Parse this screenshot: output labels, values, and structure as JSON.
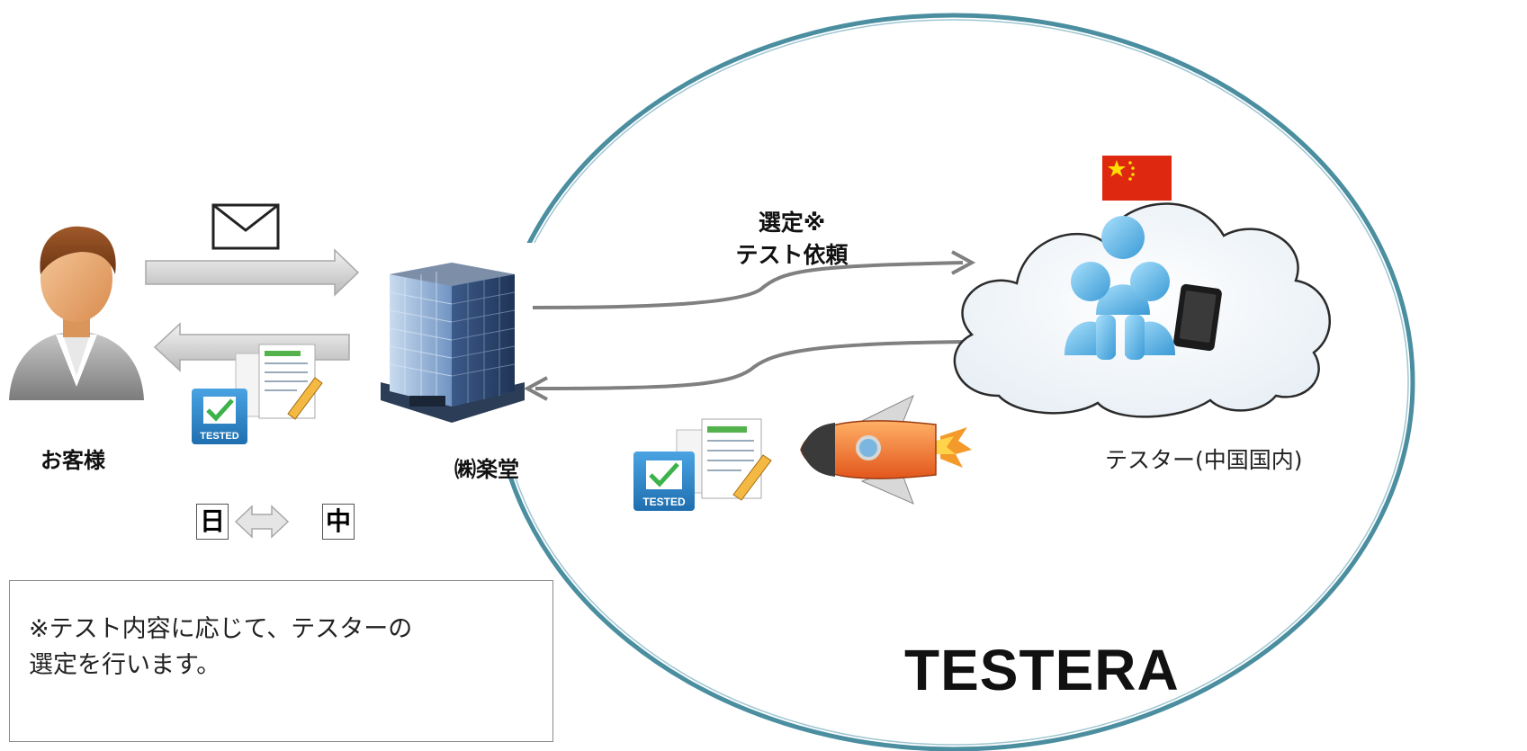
{
  "labels": {
    "customer": "お客様",
    "company": "㈱楽堂",
    "select_line1": "選定※",
    "select_line2": "テスト依頼",
    "tester": "テスター(中国国内)",
    "brand": "TESTERA",
    "lang_from": "日",
    "lang_to": "中"
  },
  "note": {
    "line1": "※テスト内容に応じて、テスターの",
    "line2": "選定を行います。"
  },
  "badges": {
    "tested": "TESTED"
  },
  "icons": [
    "person-icon",
    "envelope-icon",
    "building-icon",
    "document-icon",
    "tested-badge-icon",
    "cloud-icon",
    "people-icon",
    "smartphone-icon",
    "china-flag-icon",
    "rocket-icon",
    "swap-arrow-icon"
  ],
  "colors": {
    "ellipse_stroke": "#4a8ea0",
    "arrow_gray": "#808080",
    "flag_red": "#de2910",
    "flag_star": "#ffde00",
    "badge_blue": "#2f86c8"
  }
}
